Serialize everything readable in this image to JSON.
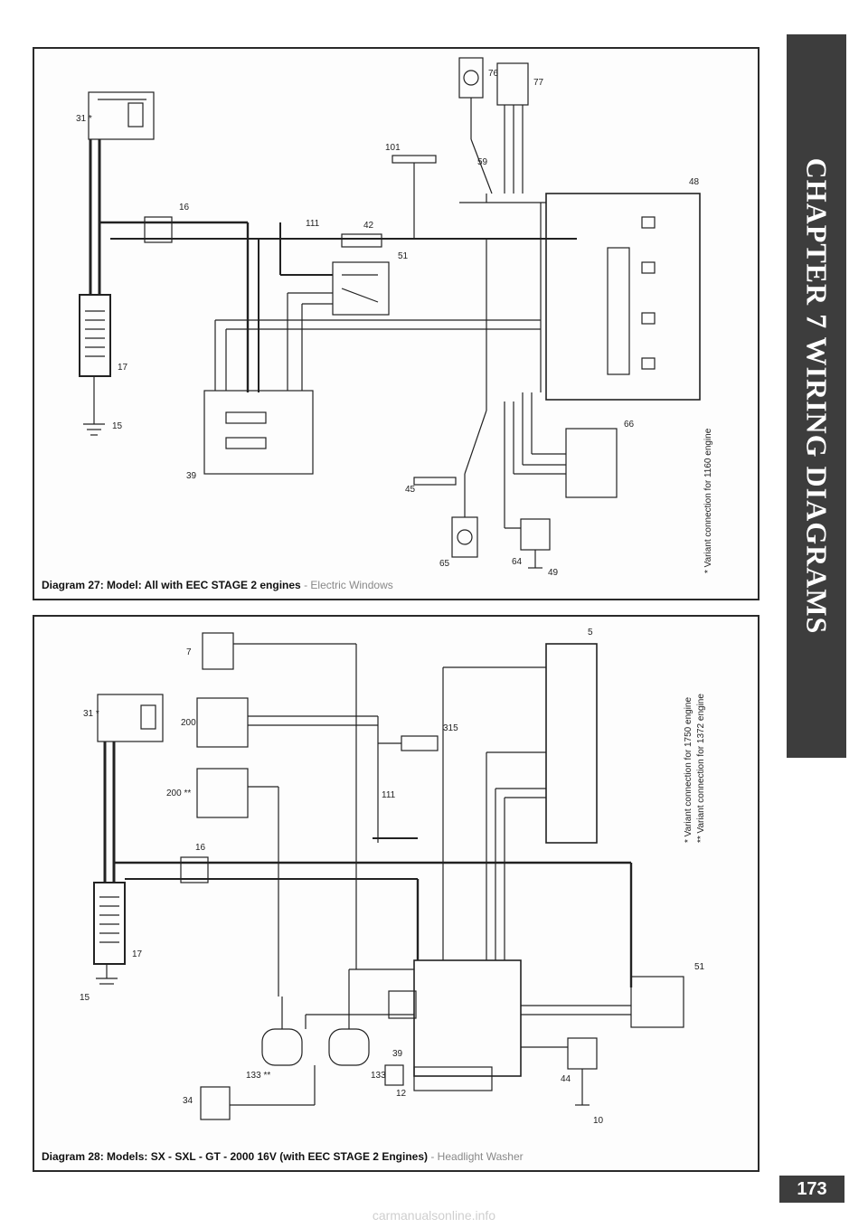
{
  "side_tab": {
    "text": "CHAPTER 7   WIRING DIAGRAMS"
  },
  "page_number": "173",
  "watermark": "carmanualsonline.info",
  "diagram27": {
    "title_bold": "Diagram 27: Model: All with EEC STAGE 2 engines",
    "title_sub": "- Electric Windows",
    "note": "* Variant connection for 1160 engine",
    "labels": {
      "l31": "31 *",
      "l16": "16",
      "l17": "17",
      "l15": "15",
      "l39": "39",
      "l111": "111",
      "l42": "42",
      "l51": "51",
      "l101": "101",
      "l59": "59",
      "l76": "76",
      "l77": "77",
      "l48": "48",
      "l66": "66",
      "l45": "45",
      "l65": "65",
      "l64": "64",
      "l49": "49"
    }
  },
  "diagram28": {
    "title_bold": "Diagram 28: Models: SX - SXL - GT - 2000 16V (with EEC STAGE 2 Engines)",
    "title_sub": "- Headlight Washer",
    "note1": "* Variant connection for 1750 engine",
    "note2": "** Variant connection for 1372 engine",
    "labels": {
      "l7": "7",
      "l31": "31 *",
      "l200": "200",
      "l200b": "200 **",
      "l16": "16",
      "l17": "17",
      "l15": "15",
      "l315": "315",
      "l111": "111",
      "l5": "5",
      "l51": "51",
      "l133b": "133 **",
      "l133": "133",
      "l39": "39",
      "l34": "34",
      "l44": "44",
      "l10": "10",
      "l12": "12"
    }
  }
}
